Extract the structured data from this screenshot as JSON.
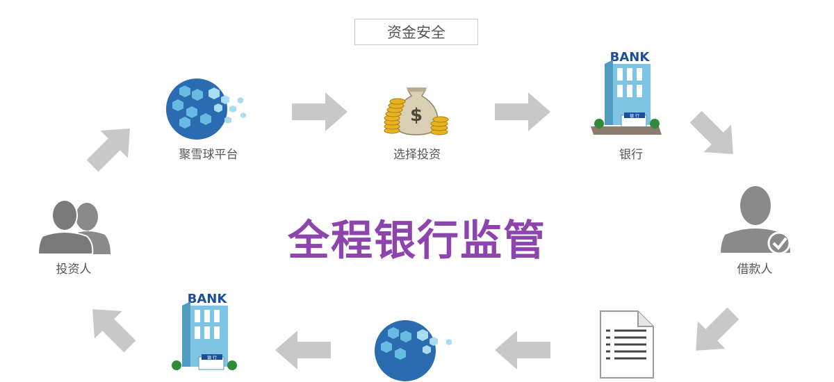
{
  "header": {
    "title": "资金安全"
  },
  "headline": "全程银行监管",
  "nodes": {
    "platform": "聚雪球平台",
    "invest": "选择投资",
    "bank": "银行",
    "borrower": "借款人",
    "investor": "投资人"
  },
  "bank_sign": "BANK",
  "bank_door": "银 行",
  "money_symbol": "$",
  "colors": {
    "headline": "#8e44ad",
    "arrow": "#c8c8c8",
    "person": "#8a8a8a",
    "globe_blue": "#2b6cb0",
    "bank_blue": "#7fc4e3"
  }
}
